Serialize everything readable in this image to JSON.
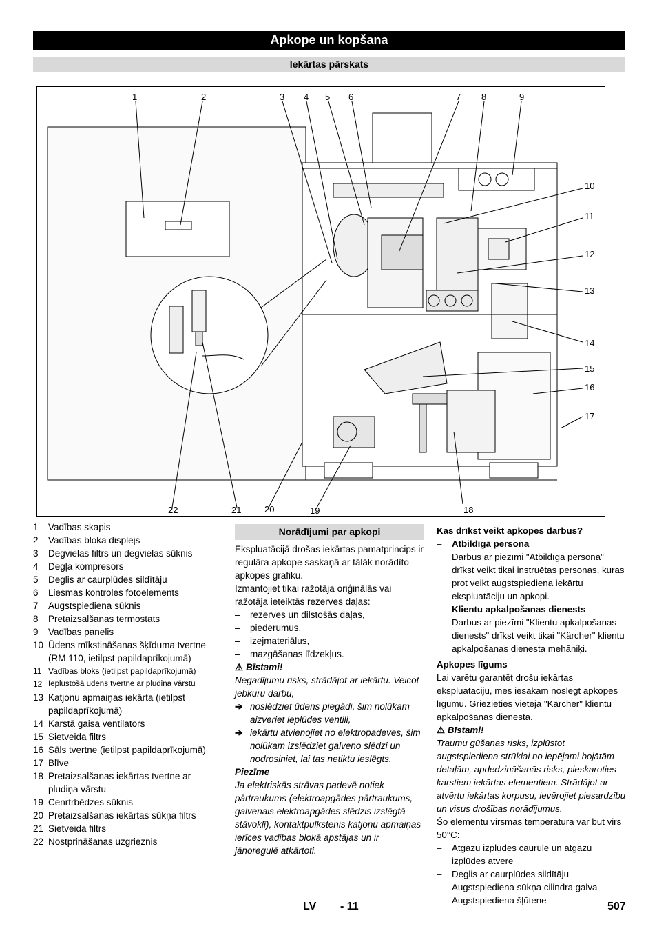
{
  "header": {
    "title": "Apkope un kopšana",
    "subtitle": "Iekārtas pārskats"
  },
  "figure": {
    "callouts": [
      "1",
      "2",
      "3",
      "4",
      "5",
      "6",
      "7",
      "8",
      "9",
      "10",
      "11",
      "12",
      "13",
      "14",
      "15",
      "16",
      "17",
      "18",
      "19",
      "20",
      "21",
      "22"
    ]
  },
  "legend": [
    {
      "n": "1",
      "t": "Vadības skapis"
    },
    {
      "n": "2",
      "t": "Vadības bloka displejs"
    },
    {
      "n": "3",
      "t": "Degvielas filtrs un degvielas sūknis"
    },
    {
      "n": "4",
      "t": "Degļa kompresors"
    },
    {
      "n": "5",
      "t": "Deglis ar caurplūdes sildītāju"
    },
    {
      "n": "6",
      "t": "Liesmas kontroles fotoelements"
    },
    {
      "n": "7",
      "t": "Augstspiediena sūknis"
    },
    {
      "n": "8",
      "t": "Pretaizsalšanas termostats"
    },
    {
      "n": "9",
      "t": "Vadības panelis"
    },
    {
      "n": "10",
      "t": "Ūdens mīkstināšanas šķīduma tvertne (RM 110, ietilpst papildaprīkojumā)"
    },
    {
      "n": "11",
      "t": "Vadības bloks (ietilpst papildaprīkojumā)"
    },
    {
      "n": "12",
      "t": "Ieplūstošā ūdens tvertne ar pludiņa vārstu"
    },
    {
      "n": "13",
      "t": "Katjonu apmaiņas iekārta (ietilpst papildaprīkojumā)"
    },
    {
      "n": "14",
      "t": "Karstā gaisa ventilators"
    },
    {
      "n": "15",
      "t": "Sietveida filtrs"
    },
    {
      "n": "16",
      "t": "Sāls tvertne (ietilpst papildaprīkojumā)"
    },
    {
      "n": "17",
      "t": "Blīve"
    },
    {
      "n": "18",
      "t": "Pretaizsalšanas iekārtas tvertne ar pludiņa vārstu"
    },
    {
      "n": "19",
      "t": "Cenrtrbēdzes sūknis"
    },
    {
      "n": "20",
      "t": "Pretaizsalšanas iekārtas sūkņa filtrs"
    },
    {
      "n": "21",
      "t": "Sietveida filtrs"
    },
    {
      "n": "22",
      "t": "Nostprināšanas uzgrieznis"
    }
  ],
  "maintenance": {
    "heading": "Norādījumi par apkopi",
    "p1": "Ekspluatācijā drošas iekārtas pamatprincips ir regulāra apkope saskaņā ar tālāk norādīto apkopes grafiku.",
    "p2": "Izmantojiet tikai ražotāja oriģinālās vai ražotāja ieteiktās rezerves daļas:",
    "list": [
      "rezerves un dilstošās daļas,",
      "piederumus,",
      "izejmateriālus,",
      "mazgāšanas līdzekļus."
    ],
    "danger_label": "Bīstami!",
    "danger_text": "Negadījumu risks, strādājot ar iekārtu. Veicot jebkuru darbu,",
    "steps": [
      "noslēdziet ūdens piegādi, šim nolūkam aizveriet ieplūdes ventili,",
      "iekārtu atvienojiet no elektropadeves, šim nolūkam izslēdziet galveno slēdzi un nodrosiniet, lai tas netiktu ieslēgts."
    ],
    "note_label": "Piezīme",
    "note_text": "Ja elektriskās strāvas padevē notiek pārtraukums (elektroapgādes pārtraukums, galvenais elektroapgādes slēdzis izslēgtā stāvoklī), kontaktpulkstenis katjonu apmaiņas ierīces vadības blokā apstājas un ir jānoregulē atkārtoti."
  },
  "who": {
    "heading": "Kas drīkst veikt apkopes darbus?",
    "items": [
      {
        "title": "Atbildīgā persona",
        "text": "Darbus ar piezīmi \"Atbildīgā persona\" drīkst veikt tikai instruētas personas, kuras prot veikt augstspiediena iekārtu ekspluatāciju un apkopi."
      },
      {
        "title": "Klientu apkalpošanas dienests",
        "text": "Darbus ar piezīmi \"Klientu apkalpošanas dienests\" drīkst veikt tikai \"Kärcher\" klientu apkalpošanas dienesta mehāniķi."
      }
    ],
    "contract_heading": "Apkopes līgums",
    "contract_text": "Lai varētu garantēt drošu iekārtas ekspluatāciju, mēs iesakām noslēgt apkopes līgumu. Griezieties vietējā \"Kärcher\" klientu apkalpošanas dienestā.",
    "danger_label": "Bīstami!",
    "danger_text": "Traumu gūšanas risks, izplūstot augstspiediena strūklai no iepējami bojātām detaļām, apdedzināšanās risks, pieskaroties karstiem iekārtas elementiem. Strādājot ar atvērtu iekārtas korpusu, ievērojiet piesardzību un visus drošības norādījumus.",
    "temp_text": "Šo elementu virsmas temperatūra var būt virs 50°C:",
    "temp_list": [
      "Atgāzu izplūdes caurule un atgāzu izplūdes atvere",
      "Deglis ar caurplūdes sildītāju",
      "Augstspiediena sūkņa cilindra galva",
      "Augstspiediena šļūtene"
    ]
  },
  "footer": {
    "lang": "LV",
    "page_local": "- 11",
    "page_global": "507"
  }
}
